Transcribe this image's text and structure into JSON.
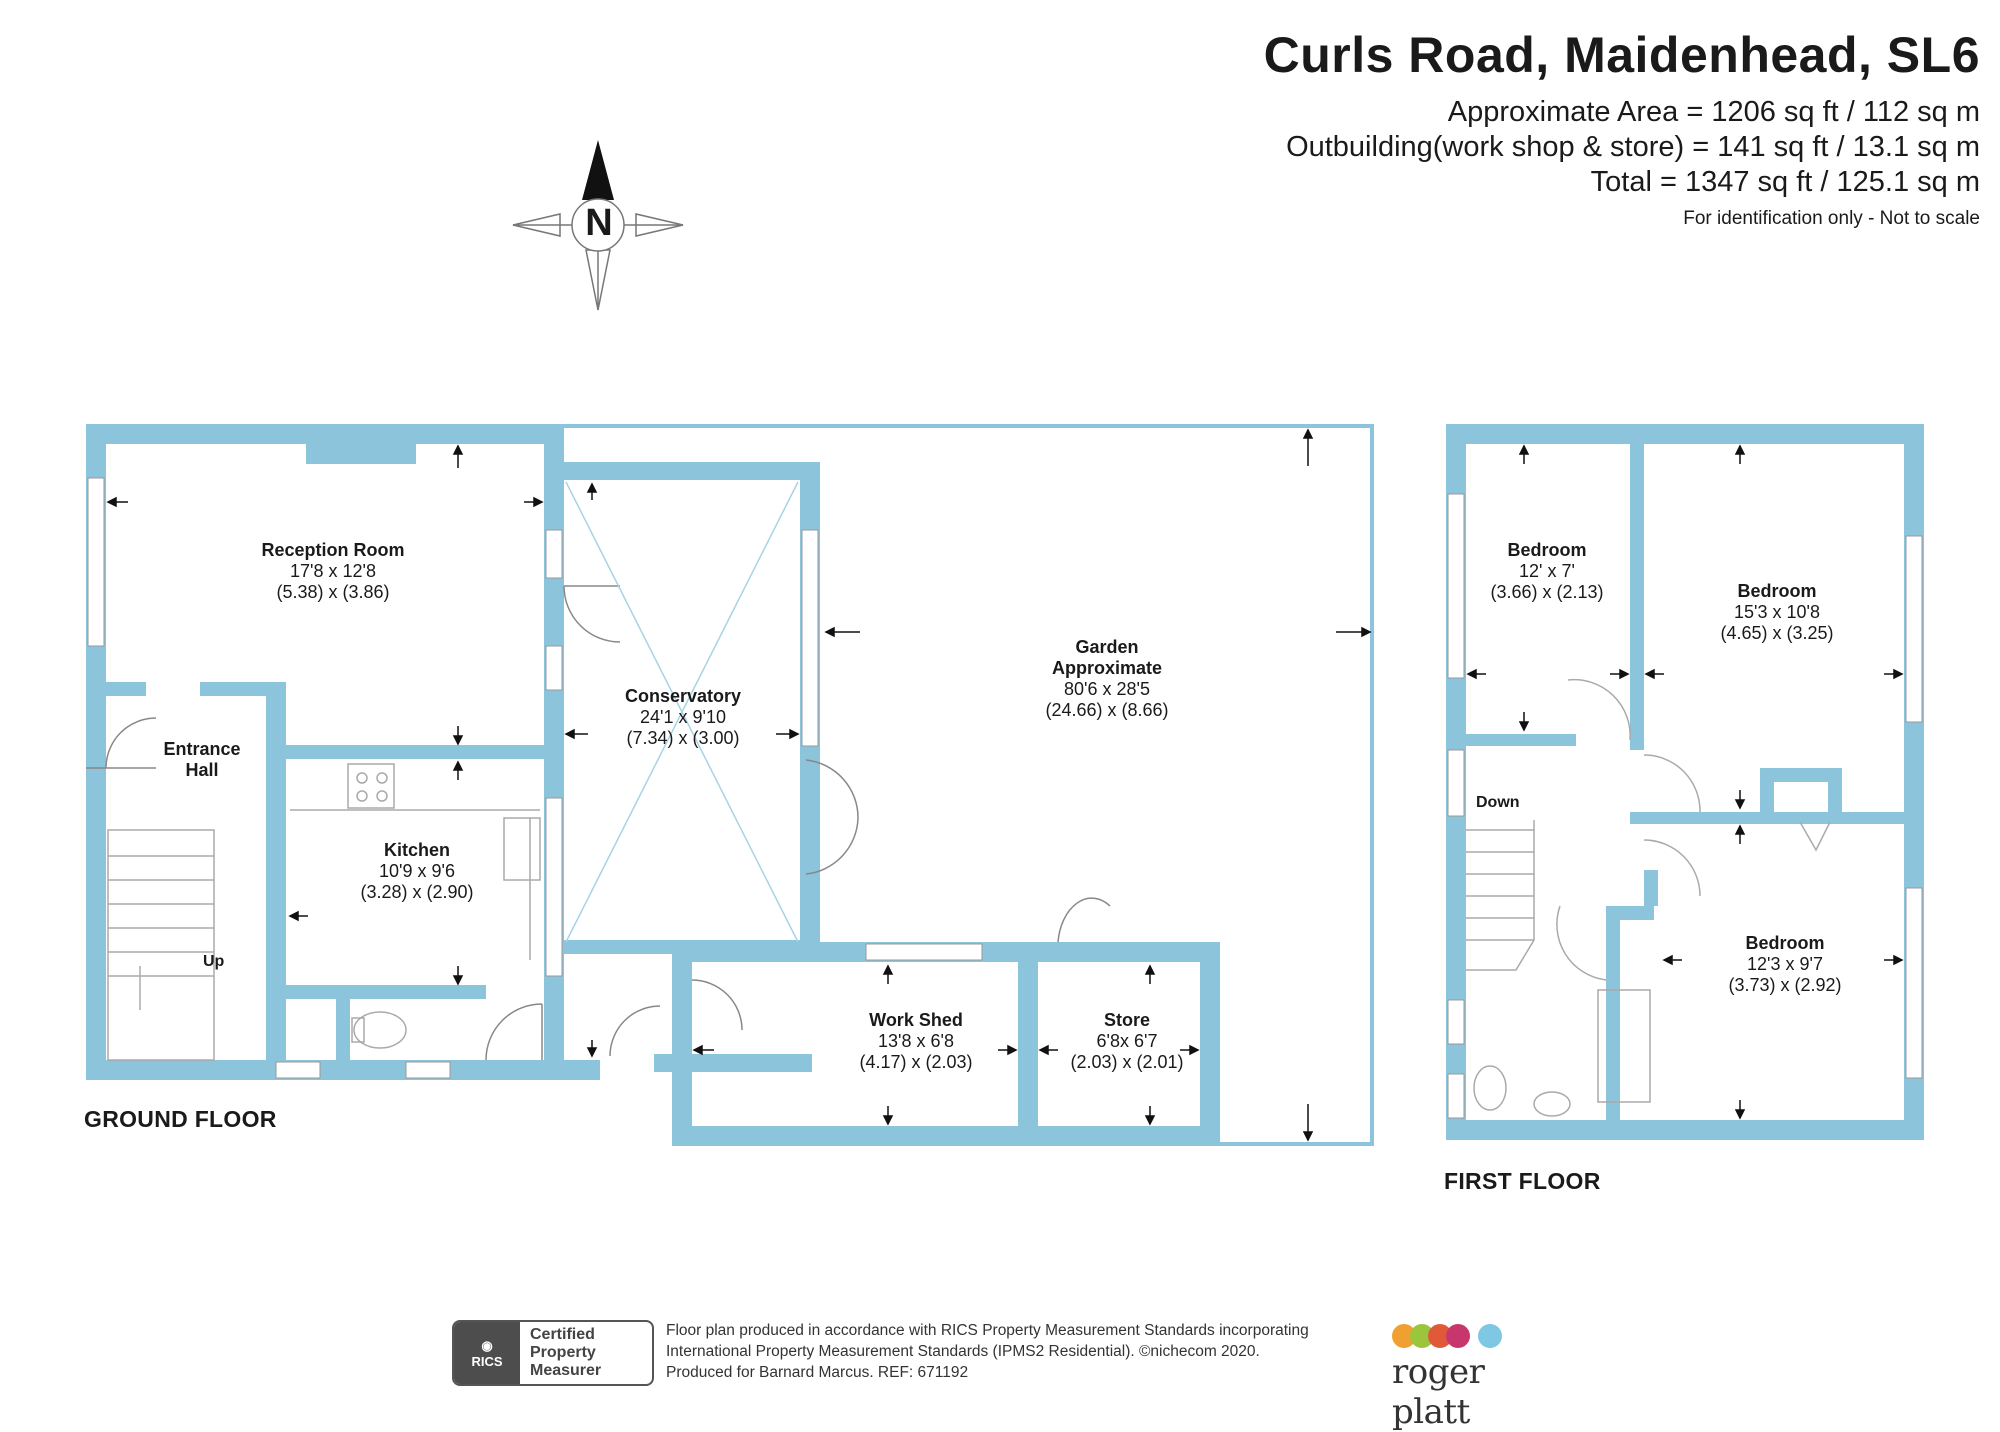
{
  "header": {
    "title": "Curls Road, Maidenhead, SL6",
    "area_main": "Approximate Area = 1206 sq ft / 112 sq m",
    "area_outbuilding": "Outbuilding(work shop & store) = 141 sq ft / 13.1 sq m",
    "area_total": "Total = 1347 sq ft / 125.1 sq m",
    "disclaimer": "For identification only - Not to scale"
  },
  "compass": {
    "letter": "N",
    "icon": "compass-rose-icon"
  },
  "colors": {
    "wall": "#8cc4dc",
    "text": "#1a1a1a",
    "arrow": "#111111"
  },
  "ground_floor": {
    "label": "GROUND FLOOR",
    "rooms": [
      {
        "name": "Reception Room",
        "dims_imperial": "17'8 x 12'8",
        "dims_metric": "(5.38) x (3.86)"
      },
      {
        "name": "Entrance",
        "name2": "Hall"
      },
      {
        "name": "Kitchen",
        "dims_imperial": "10'9 x 9'6",
        "dims_metric": "(3.28) x (2.90)"
      },
      {
        "name": "Conservatory",
        "dims_imperial": "24'1 x 9'10",
        "dims_metric": "(7.34) x (3.00)"
      },
      {
        "name": "Garden",
        "name2": "Approximate",
        "dims_imperial": "80'6 x 28'5",
        "dims_metric": "(24.66) x (8.66)"
      },
      {
        "name": "Work Shed",
        "dims_imperial": "13'8 x 6'8",
        "dims_metric": "(4.17) x (2.03)"
      },
      {
        "name": "Store",
        "dims_imperial": "6'8x 6'7",
        "dims_metric": "(2.03) x (2.01)"
      }
    ],
    "stairs_label": "Up"
  },
  "first_floor": {
    "label": "FIRST FLOOR",
    "rooms": [
      {
        "name": "Bedroom",
        "dims_imperial": "12' x 7'",
        "dims_metric": "(3.66) x (2.13)"
      },
      {
        "name": "Bedroom",
        "dims_imperial": "15'3 x 10'8",
        "dims_metric": "(4.65) x (3.25)"
      },
      {
        "name": "Bedroom",
        "dims_imperial": "12'3 x 9'7",
        "dims_metric": "(3.73) x (2.92)"
      }
    ],
    "stairs_label": "Down"
  },
  "footer": {
    "note_line1": "Floor plan produced in accordance with RICS Property Measurement Standards incorporating",
    "note_line2": "International Property Measurement Standards (IPMS2 Residential).   ©nichecom 2020.",
    "note_line3": "Produced for Barnard Marcus.   REF: 671192",
    "badge_org": "RICS",
    "badge_line1": "Certified",
    "badge_line2": "Property",
    "badge_line3": "Measurer",
    "brand": "roger platt",
    "brand_dot_colors": [
      "#f0a030",
      "#9bc53d",
      "#e05a3a",
      "#c8366e",
      "#7ec8e3"
    ]
  }
}
